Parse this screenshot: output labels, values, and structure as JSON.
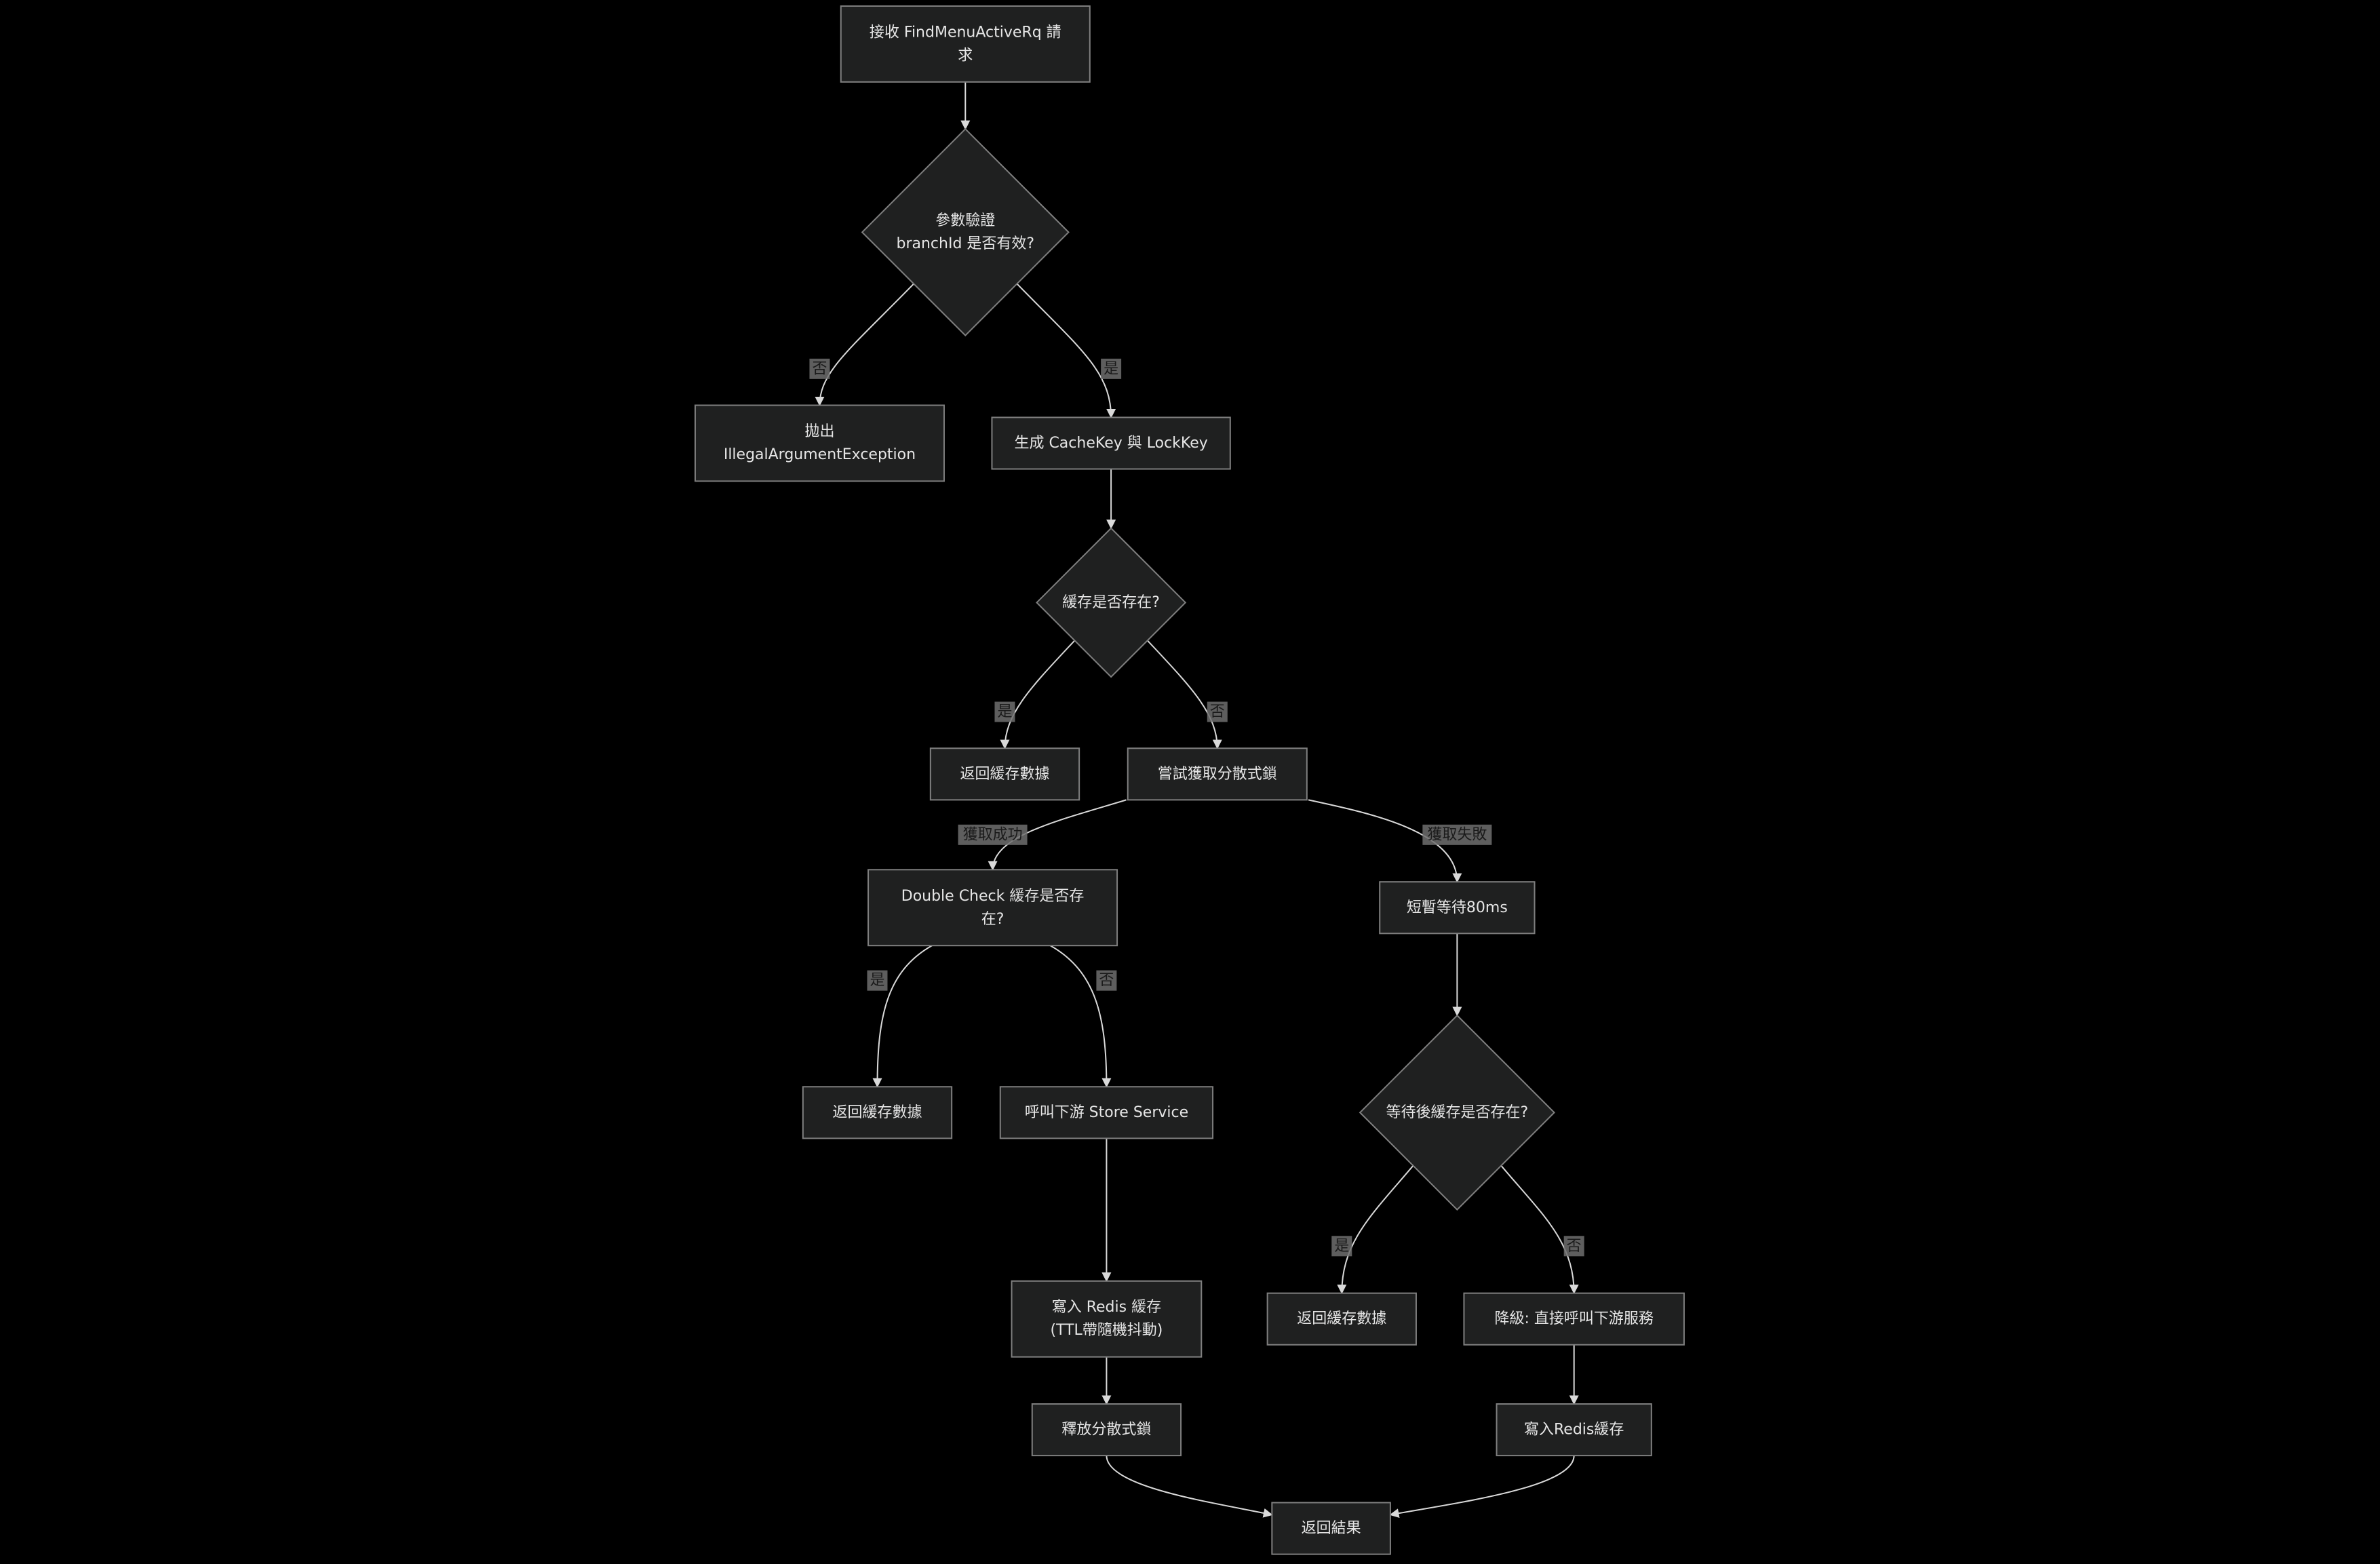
{
  "nodes": {
    "receive": [
      "接收 FindMenuActiveRq 請",
      "求"
    ],
    "validate": [
      "參數驗證",
      "branchId 是否有效?"
    ],
    "throw_ex": [
      "拋出",
      "IllegalArgumentException"
    ],
    "gen_keys": [
      "生成 CacheKey 與 LockKey"
    ],
    "cache_exists": [
      "緩存是否存在?"
    ],
    "return_cache_1": [
      "返回緩存數據"
    ],
    "try_lock": [
      "嘗試獲取分散式鎖"
    ],
    "double_check": [
      "Double Check 緩存是否存",
      "在?"
    ],
    "wait": [
      "短暫等待80ms"
    ],
    "return_cache_2": [
      "返回緩存數據"
    ],
    "call_store": [
      "呼叫下游 Store Service"
    ],
    "wait_check": [
      "等待後緩存是否存在?"
    ],
    "write_redis_ttl": [
      "寫入 Redis 緩存",
      "(TTL帶隨機抖動)"
    ],
    "return_cache_3": [
      "返回緩存數據"
    ],
    "degrade": [
      "降級: 直接呼叫下游服務"
    ],
    "release_lock": [
      "釋放分散式鎖"
    ],
    "write_redis": [
      "寫入Redis緩存"
    ],
    "return_result": [
      "返回結果"
    ]
  },
  "edge_labels": {
    "validate_no": "否",
    "validate_yes": "是",
    "cache_yes": "是",
    "cache_no": "否",
    "lock_ok": "獲取成功",
    "lock_fail": "獲取失敗",
    "double_yes": "是",
    "double_no": "否",
    "wait_yes": "是",
    "wait_no": "否"
  },
  "colors": {
    "background": "#000000",
    "node_fill": "#1f2020",
    "node_stroke": "#7f7f7f",
    "edge": "#d9d9d9",
    "text": "#e6e6e6"
  }
}
